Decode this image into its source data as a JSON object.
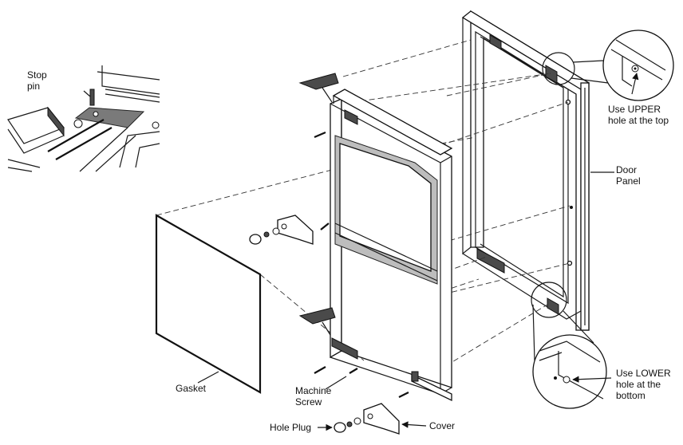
{
  "labels": {
    "stop_pin": [
      "Stop",
      "pin"
    ],
    "use_upper": [
      "Use UPPER",
      "hole at the top"
    ],
    "door_panel": [
      "Door",
      "Panel"
    ],
    "use_lower": [
      "Use LOWER",
      "hole at the",
      "bottom"
    ],
    "gasket": "Gasket",
    "machine_screw": [
      "Machine",
      "Screw"
    ],
    "hole_plug": "Hole Plug",
    "cover": "Cover"
  }
}
